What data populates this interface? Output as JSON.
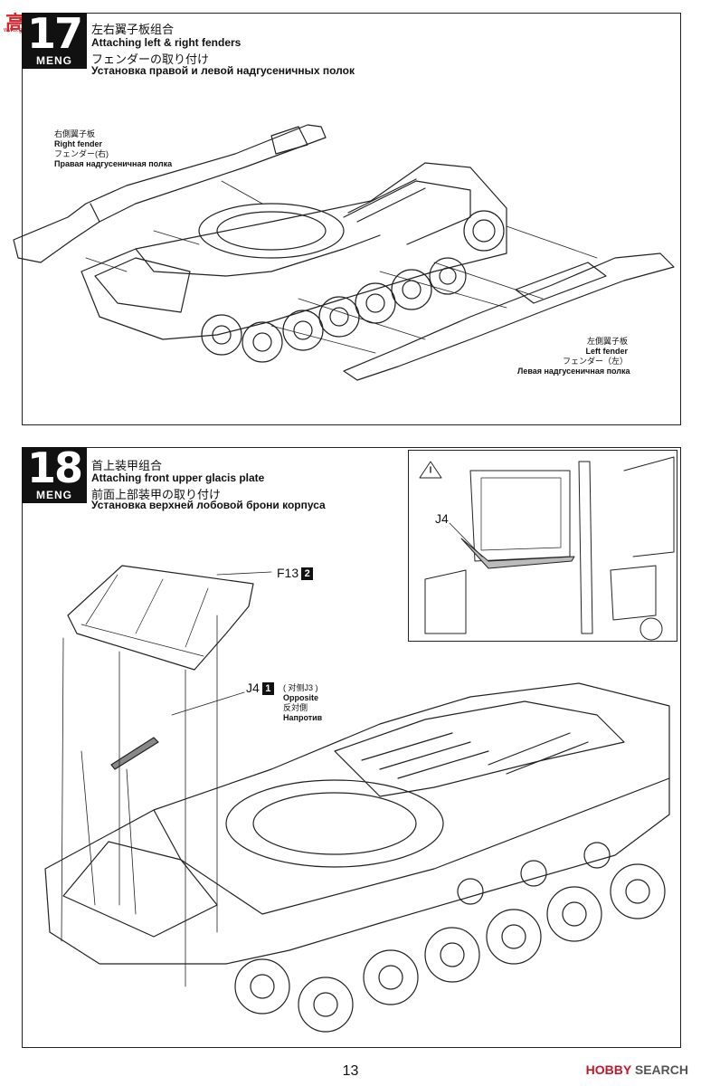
{
  "watermark": {
    "text": "高玩",
    "sub": "www.gaowanwa.com"
  },
  "step17": {
    "number": "17",
    "brand": "MENG",
    "title_zh": "左右翼子板组合",
    "title_en": "Attaching left & right fenders",
    "title_jp": "フェンダーの取り付け",
    "title_ru": "Установка правой и левой надгусеничных полок",
    "right_fender": {
      "zh": "右側翼子板",
      "en": "Right fender",
      "jp": "フェンダー(右)",
      "ru": "Правая надгусеничная полка"
    },
    "left_fender": {
      "zh": "左側翼子板",
      "en": "Left fender",
      "jp": "フェンダー（左）",
      "ru": "Левая надгусеничная полка"
    }
  },
  "step18": {
    "number": "18",
    "brand": "MENG",
    "title_zh": "首上装甲组合",
    "title_en": "Attaching front upper glacis plate",
    "title_jp": "前面上部装甲の取り付け",
    "title_ru": "Установка верхней лобовой брони корпуса",
    "inset": {
      "warning_icon": "warning-triangle-icon",
      "part": "J4"
    },
    "part_f13": {
      "id": "F13",
      "qty": "2"
    },
    "part_j4": {
      "id": "J4",
      "qty": "1",
      "note_zh": "( 对侧J3 )",
      "note_en": "Opposite",
      "note_jp": "反対側",
      "note_ru": "Напротив"
    }
  },
  "footer": {
    "page_number": "13",
    "logo_brand": "HOBBY",
    "logo_suffix": "SEARCH"
  }
}
